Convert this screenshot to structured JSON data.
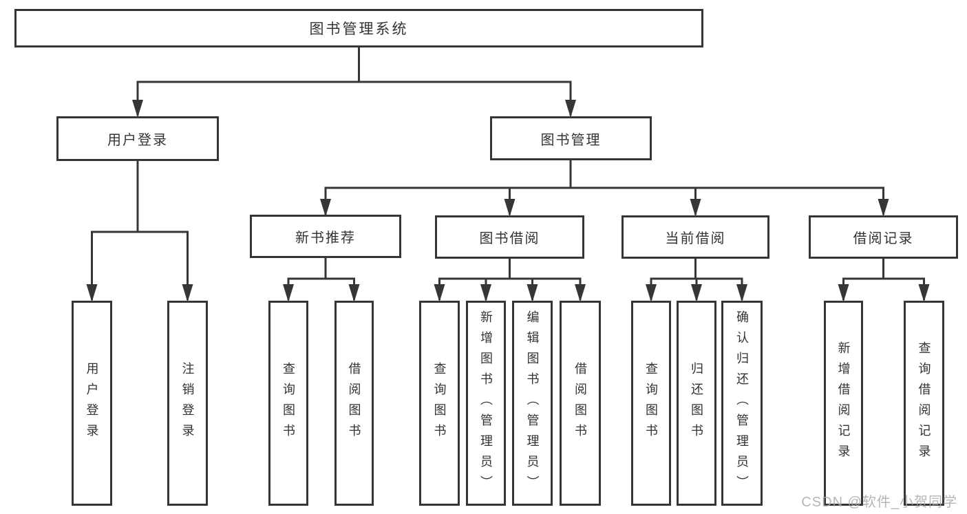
{
  "diagram": {
    "type": "hierarchy-tree",
    "title": "图书管理系统",
    "structure": {
      "root": "图书管理系统",
      "children": [
        {
          "label": "用户登录",
          "children": [
            "用户登录",
            "注销登录"
          ]
        },
        {
          "label": "图书管理",
          "children": [
            {
              "label": "新书推荐",
              "children": [
                "查询图书",
                "借阅图书"
              ]
            },
            {
              "label": "图书借阅",
              "children": [
                "查询图书",
                "新增图书（管理员）",
                "编辑图书（管理员）",
                "借阅图书"
              ]
            },
            {
              "label": "当前借阅",
              "children": [
                "查询图书",
                "归还图书",
                "确认归还（管理员）"
              ]
            },
            {
              "label": "借阅记录",
              "children": [
                "新增借阅记录",
                "查询借阅记录"
              ]
            }
          ]
        }
      ]
    }
  },
  "nodes": {
    "root": {
      "label": "图书管理系统"
    },
    "user_login": {
      "label": "用户登录"
    },
    "book_mgmt": {
      "label": "图书管理"
    },
    "new_book_rec": {
      "label": "新书推荐"
    },
    "book_borrow": {
      "label": "图书借阅"
    },
    "current_borrow": {
      "label": "当前借阅"
    },
    "borrow_record": {
      "label": "借阅记录"
    },
    "leaf_user_login": {
      "label": "用户登录"
    },
    "leaf_logout": {
      "label": "注销登录"
    },
    "nbr_query": {
      "label": "查询图书"
    },
    "nbr_borrow": {
      "label": "借阅图书"
    },
    "bb_query": {
      "label": "查询图书"
    },
    "bb_add": {
      "label": "新增图书（管理员）"
    },
    "bb_edit": {
      "label": "编辑图书（管理员）"
    },
    "bb_borrow": {
      "label": "借阅图书"
    },
    "cb_query": {
      "label": "查询图书"
    },
    "cb_return": {
      "label": "归还图书"
    },
    "cb_confirm": {
      "label": "确认归还（管理员）"
    },
    "br_add": {
      "label": "新增借阅记录"
    },
    "br_query": {
      "label": "查询借阅记录"
    }
  },
  "colors": {
    "line": "#363636",
    "text": "#333333",
    "background": "#ffffff",
    "watermark": "#a9a9a9"
  },
  "watermark": {
    "text": "CSDN @软件_小贺同学"
  }
}
